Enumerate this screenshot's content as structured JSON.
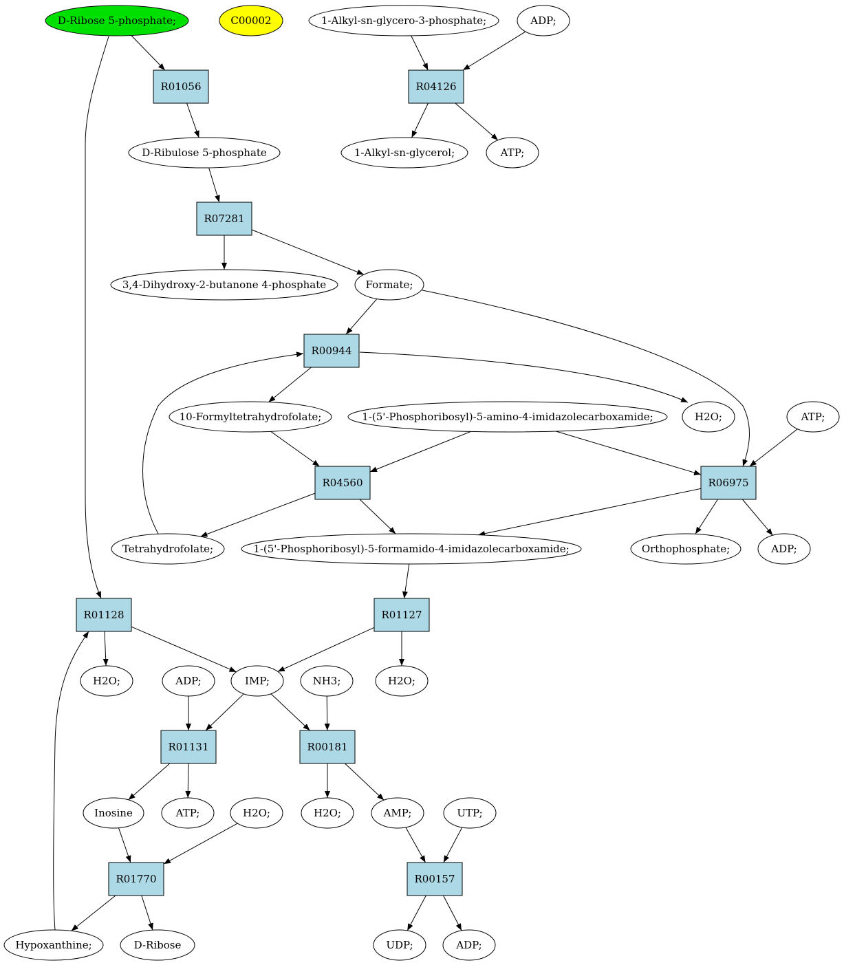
{
  "colors": {
    "background": "#ffffff",
    "reaction_fill": "#add8e6",
    "compound_fill": "#ffffff",
    "highlight_start": "#00e000",
    "highlight_target": "#ffff00",
    "stroke": "#000000"
  },
  "nodes": {
    "dribose5p": {
      "label": "D-Ribose 5-phosphate;",
      "shape": "ellipse",
      "fill": "#00e000"
    },
    "c00002": {
      "label": "C00002",
      "shape": "ellipse",
      "fill": "#ffff00"
    },
    "alkylglycero3p": {
      "label": "1-Alkyl-sn-glycero-3-phosphate;",
      "shape": "ellipse"
    },
    "adp_top": {
      "label": "ADP;",
      "shape": "ellipse"
    },
    "r01056": {
      "label": "R01056",
      "shape": "box"
    },
    "r04126": {
      "label": "R04126",
      "shape": "box"
    },
    "dribulose5p": {
      "label": "D-Ribulose 5-phosphate",
      "shape": "ellipse"
    },
    "alkylglycerol": {
      "label": "1-Alkyl-sn-glycerol;",
      "shape": "ellipse"
    },
    "atp_top": {
      "label": "ATP;",
      "shape": "ellipse"
    },
    "r07281": {
      "label": "R07281",
      "shape": "box"
    },
    "dihydroxybutanone": {
      "label": "3,4-Dihydroxy-2-butanone 4-phosphate",
      "shape": "ellipse"
    },
    "formate": {
      "label": "Formate;",
      "shape": "ellipse"
    },
    "r00944": {
      "label": "R00944",
      "shape": "box"
    },
    "formylthf": {
      "label": "10-Formyltetrahydrofolate;",
      "shape": "ellipse"
    },
    "aicar": {
      "label": "1-(5'-Phosphoribosyl)-5-amino-4-imidazolecarboxamide;",
      "shape": "ellipse"
    },
    "h2o_mid": {
      "label": "H2O;",
      "shape": "ellipse"
    },
    "atp_mid": {
      "label": "ATP;",
      "shape": "ellipse"
    },
    "r04560": {
      "label": "R04560",
      "shape": "box"
    },
    "r06975": {
      "label": "R06975",
      "shape": "box"
    },
    "thf": {
      "label": "Tetrahydrofolate;",
      "shape": "ellipse"
    },
    "faicar": {
      "label": "1-(5'-Phosphoribosyl)-5-formamido-4-imidazolecarboxamide;",
      "shape": "ellipse"
    },
    "orthophosphate": {
      "label": "Orthophosphate;",
      "shape": "ellipse"
    },
    "adp_mid": {
      "label": "ADP;",
      "shape": "ellipse"
    },
    "r01128": {
      "label": "R01128",
      "shape": "box"
    },
    "r01127": {
      "label": "R01127",
      "shape": "box"
    },
    "h2o_a": {
      "label": "H2O;",
      "shape": "ellipse"
    },
    "adp_b": {
      "label": "ADP;",
      "shape": "ellipse"
    },
    "imp": {
      "label": "IMP;",
      "shape": "ellipse"
    },
    "nh3": {
      "label": "NH3;",
      "shape": "ellipse"
    },
    "h2o_c": {
      "label": "H2O;",
      "shape": "ellipse"
    },
    "r01131": {
      "label": "R01131",
      "shape": "box"
    },
    "r00181": {
      "label": "R00181",
      "shape": "box"
    },
    "inosine": {
      "label": "Inosine",
      "shape": "ellipse"
    },
    "atp_b": {
      "label": "ATP;",
      "shape": "ellipse"
    },
    "h2o_d": {
      "label": "H2O;",
      "shape": "ellipse"
    },
    "h2o_e": {
      "label": "H2O;",
      "shape": "ellipse"
    },
    "amp": {
      "label": "AMP;",
      "shape": "ellipse"
    },
    "utp": {
      "label": "UTP;",
      "shape": "ellipse"
    },
    "r01770": {
      "label": "R01770",
      "shape": "box"
    },
    "r00157": {
      "label": "R00157",
      "shape": "box"
    },
    "hypoxanthine": {
      "label": "Hypoxanthine;",
      "shape": "ellipse"
    },
    "dribose": {
      "label": "D-Ribose",
      "shape": "ellipse"
    },
    "udp": {
      "label": "UDP;",
      "shape": "ellipse"
    },
    "adp_bot": {
      "label": "ADP;",
      "shape": "ellipse"
    }
  },
  "edges": [
    [
      "dribose5p",
      "r01056"
    ],
    [
      "dribose5p",
      "r01128"
    ],
    [
      "r01056",
      "dribulose5p"
    ],
    [
      "alkylglycero3p",
      "r04126"
    ],
    [
      "adp_top",
      "r04126"
    ],
    [
      "r04126",
      "alkylglycerol"
    ],
    [
      "r04126",
      "atp_top"
    ],
    [
      "dribulose5p",
      "r07281"
    ],
    [
      "r07281",
      "dihydroxybutanone"
    ],
    [
      "r07281",
      "formate"
    ],
    [
      "formate",
      "r00944"
    ],
    [
      "formate",
      "r06975"
    ],
    [
      "thf",
      "r00944"
    ],
    [
      "r00944",
      "formylthf"
    ],
    [
      "r00944",
      "h2o_mid"
    ],
    [
      "formylthf",
      "r04560"
    ],
    [
      "aicar",
      "r04560"
    ],
    [
      "aicar",
      "r06975"
    ],
    [
      "atp_mid",
      "r06975"
    ],
    [
      "r04560",
      "thf"
    ],
    [
      "r04560",
      "faicar"
    ],
    [
      "r06975",
      "faicar"
    ],
    [
      "r06975",
      "orthophosphate"
    ],
    [
      "r06975",
      "adp_mid"
    ],
    [
      "faicar",
      "r01127"
    ],
    [
      "hypoxanthine",
      "r01128"
    ],
    [
      "r01128",
      "h2o_a"
    ],
    [
      "r01128",
      "imp"
    ],
    [
      "r01127",
      "imp"
    ],
    [
      "r01127",
      "h2o_c"
    ],
    [
      "adp_b",
      "r01131"
    ],
    [
      "imp",
      "r01131"
    ],
    [
      "imp",
      "r00181"
    ],
    [
      "nh3",
      "r00181"
    ],
    [
      "r01131",
      "inosine"
    ],
    [
      "r01131",
      "atp_b"
    ],
    [
      "r00181",
      "h2o_e"
    ],
    [
      "r00181",
      "amp"
    ],
    [
      "inosine",
      "r01770"
    ],
    [
      "h2o_d",
      "r01770"
    ],
    [
      "amp",
      "r00157"
    ],
    [
      "utp",
      "r00157"
    ],
    [
      "r01770",
      "hypoxanthine"
    ],
    [
      "r01770",
      "dribose"
    ],
    [
      "r00157",
      "udp"
    ],
    [
      "r00157",
      "adp_bot"
    ]
  ]
}
